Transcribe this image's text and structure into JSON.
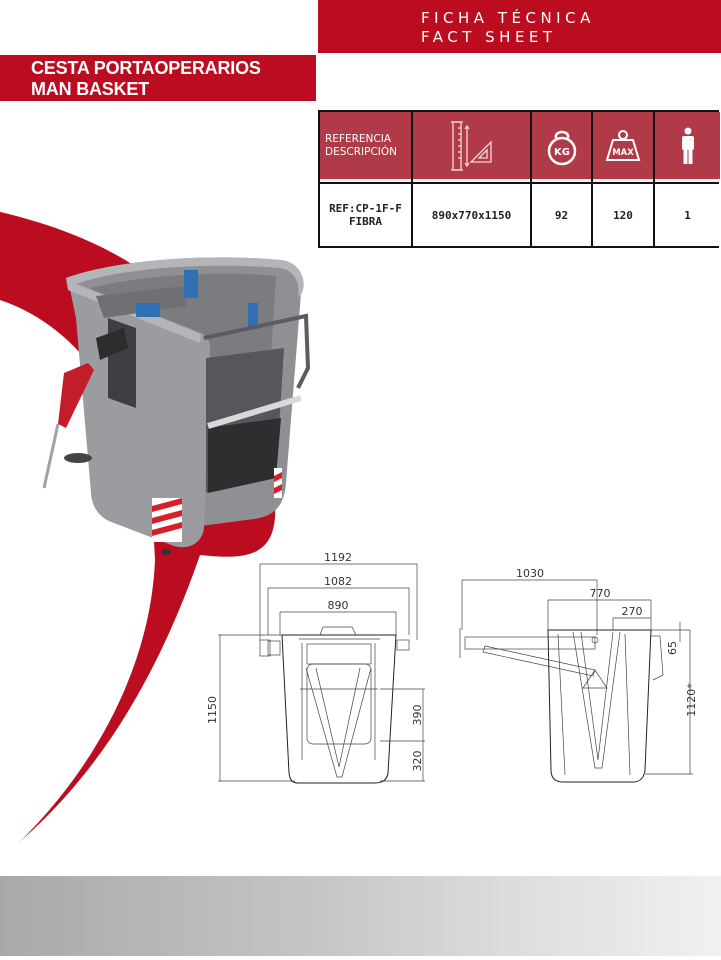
{
  "header": {
    "fact_sheet_es": "FICHA TÉCNICA",
    "fact_sheet_en": "FACT SHEET"
  },
  "product": {
    "title_es": "CESTA PORTAOPERARIOS",
    "title_en": "MAN BASKET"
  },
  "spec_table": {
    "headers": [
      {
        "type": "text",
        "label_line1": "REFERENCIA",
        "label_line2": "DESCRIPCIÓN"
      },
      {
        "type": "icon",
        "icon": "dimensions-ruler-icon"
      },
      {
        "type": "icon",
        "icon": "kettlebell-kg-icon",
        "icon_text": "KG"
      },
      {
        "type": "icon",
        "icon": "max-weight-icon",
        "icon_text": "MAX"
      },
      {
        "type": "icon",
        "icon": "person-icon"
      }
    ],
    "row": {
      "reference": "REF:CP-1F-F",
      "description": "FIBRA",
      "dimensions": "890x770x1150",
      "weight_kg": "92",
      "max_load_kg": "120",
      "persons": "1"
    }
  },
  "drawings": {
    "front_view": {
      "width_total": "1192",
      "width_mid": "1082",
      "width_body": "890",
      "height_total": "1150",
      "door_height": "390",
      "step_height": "320"
    },
    "side_view": {
      "arm_length": "1030",
      "depth": "770",
      "rear_offset": "270",
      "rim_height": "65",
      "height": "1120*"
    }
  },
  "colors": {
    "brand_red": "#bb0d1f",
    "table_header_red": "#b03a48",
    "basket_grey": "#8d8f93"
  }
}
